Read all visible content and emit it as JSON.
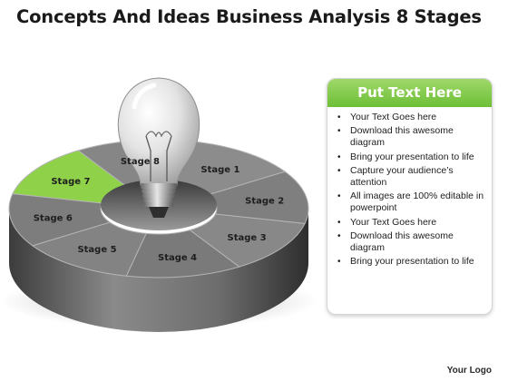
{
  "title": "Concepts And Ideas Business Analysis 8 Stages",
  "diagram": {
    "stages": [
      "Stage 1",
      "Stage 2",
      "Stage 3",
      "Stage 4",
      "Stage 5",
      "Stage 6",
      "Stage 7",
      "Stage 8"
    ],
    "highlighted_stage": "Stage 7",
    "colors": {
      "highlight": "#8fd24a",
      "segment": "#858585",
      "bulb": "#d8d8d8"
    },
    "center_icon": "lightbulb-icon"
  },
  "panel": {
    "header": "Put Text Here",
    "header_color": "#7cc84a",
    "items": [
      "Your Text Goes here",
      "Download this awesome diagram",
      "Bring your presentation to life",
      "Capture your audience’s attention",
      "All images are 100% editable in powerpoint",
      "Your Text Goes here",
      "Download this awesome diagram",
      "Bring your presentation to life"
    ]
  },
  "logo": "Your Logo"
}
